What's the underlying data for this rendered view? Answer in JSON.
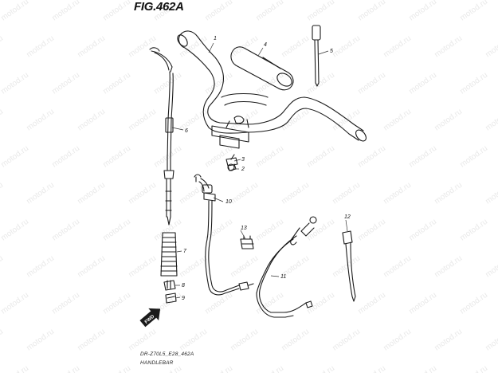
{
  "figure": {
    "title": "FIG.462A",
    "footer_line1": "DR-Z70L5_E28_462A",
    "footer_line2": "HANDLEBAR"
  },
  "watermark": {
    "text": "motod.ru",
    "color": "#e9e9e9"
  },
  "fwd_marker": {
    "text": "FWD"
  },
  "callouts": [
    {
      "num": "1",
      "part": "handlebar"
    },
    {
      "num": "2",
      "part": "bolt"
    },
    {
      "num": "3",
      "part": "bracket-nut"
    },
    {
      "num": "4",
      "part": "handlebar-pad"
    },
    {
      "num": "5",
      "part": "cable-tie"
    },
    {
      "num": "6",
      "part": "brake-cable"
    },
    {
      "num": "7",
      "part": "boot"
    },
    {
      "num": "8",
      "part": "cable-cap"
    },
    {
      "num": "9",
      "part": "cable-nut"
    },
    {
      "num": "10",
      "part": "throttle-cable"
    },
    {
      "num": "11",
      "part": "choke-cable"
    },
    {
      "num": "12",
      "part": "band"
    },
    {
      "num": "13",
      "part": "clamp"
    }
  ],
  "colors": {
    "line": "#1a1a1a",
    "leader": "#333333"
  }
}
